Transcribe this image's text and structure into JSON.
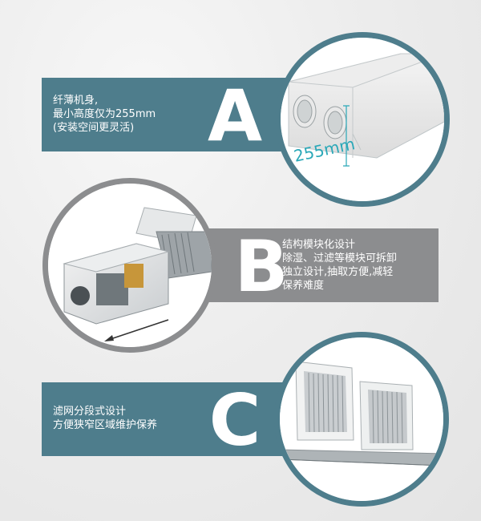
{
  "sections": [
    {
      "letter": "A",
      "lines": [
        "纤薄机身,",
        "最小高度仅为255mm",
        "(安装空间更灵活)"
      ],
      "dimension_label": "255mm",
      "band_color": "#4e7d8c"
    },
    {
      "letter": "B",
      "lines": [
        "结构模块化设计",
        "除湿、过滤等模块可拆卸",
        "独立设计,抽取方便,减轻",
        "保养难度"
      ],
      "band_color": "#8c8d8f"
    },
    {
      "letter": "C",
      "lines": [
        "滤网分段式设计",
        "方便狭窄区域维护保养"
      ],
      "band_color": "#4e7d8c"
    }
  ]
}
